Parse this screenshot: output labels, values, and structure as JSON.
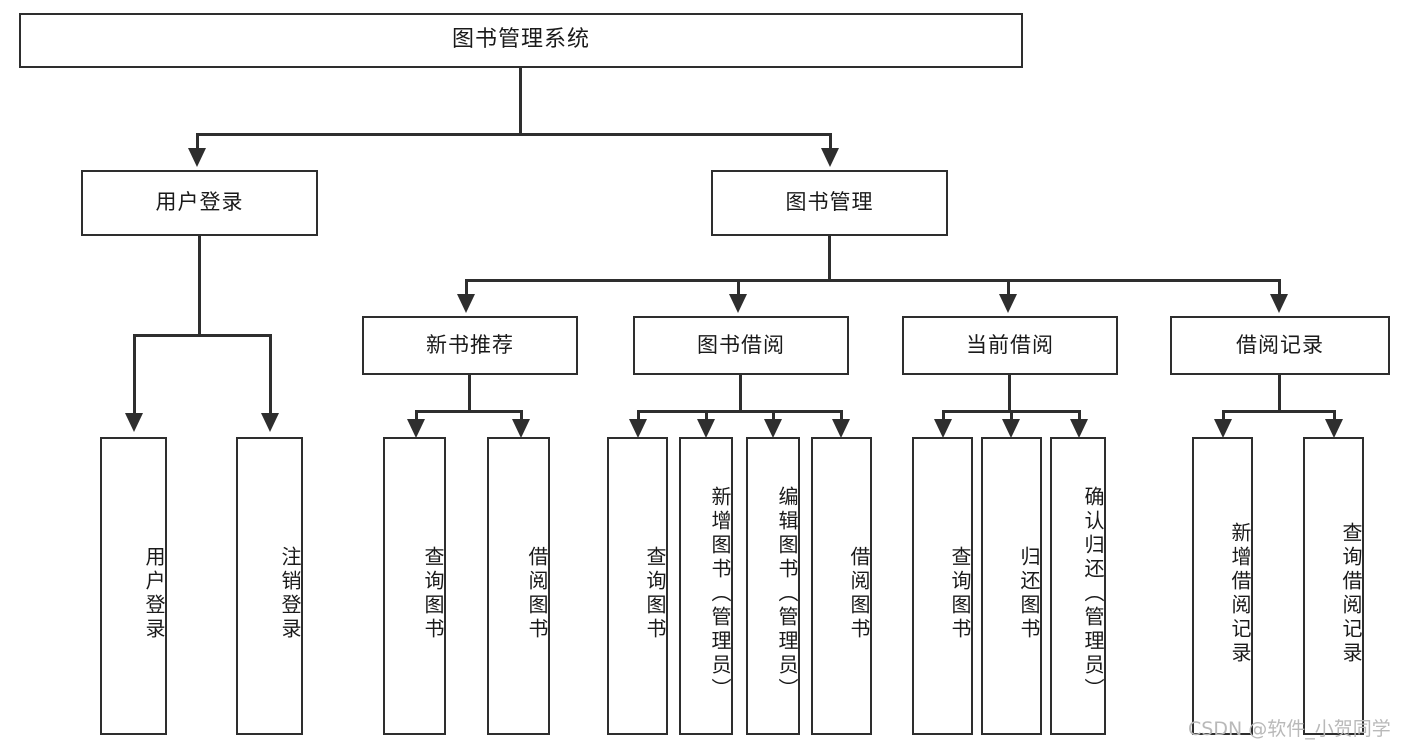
{
  "diagram": {
    "title": "图书管理系统",
    "type": "tree-hierarchy",
    "root": {
      "label": "图书管理系统"
    },
    "level2": [
      {
        "label": "用户登录"
      },
      {
        "label": "图书管理"
      }
    ],
    "level3": [
      {
        "label": "新书推荐"
      },
      {
        "label": "图书借阅"
      },
      {
        "label": "当前借阅"
      },
      {
        "label": "借阅记录"
      }
    ],
    "leaves": {
      "user_login": [
        {
          "label": "用户登录"
        },
        {
          "label": "注销登录"
        }
      ],
      "new_book_recommend": [
        {
          "label": "查询图书"
        },
        {
          "label": "借阅图书"
        }
      ],
      "book_borrow": [
        {
          "label": "查询图书"
        },
        {
          "label": "新增图书（管理员）"
        },
        {
          "label": "编辑图书（管理员）"
        },
        {
          "label": "借阅图书"
        }
      ],
      "current_borrow": [
        {
          "label": "查询图书"
        },
        {
          "label": "归还图书"
        },
        {
          "label": "确认归还（管理员）"
        }
      ],
      "borrow_record": [
        {
          "label": "新增借阅记录"
        },
        {
          "label": "查询借阅记录"
        }
      ]
    }
  },
  "watermark": {
    "text": "CSDN @软件_小贺同学"
  },
  "colors": {
    "stroke": "#2e2e2e",
    "background": "#ffffff",
    "text": "#1a1a1a",
    "watermark": "#b9b9b9"
  }
}
